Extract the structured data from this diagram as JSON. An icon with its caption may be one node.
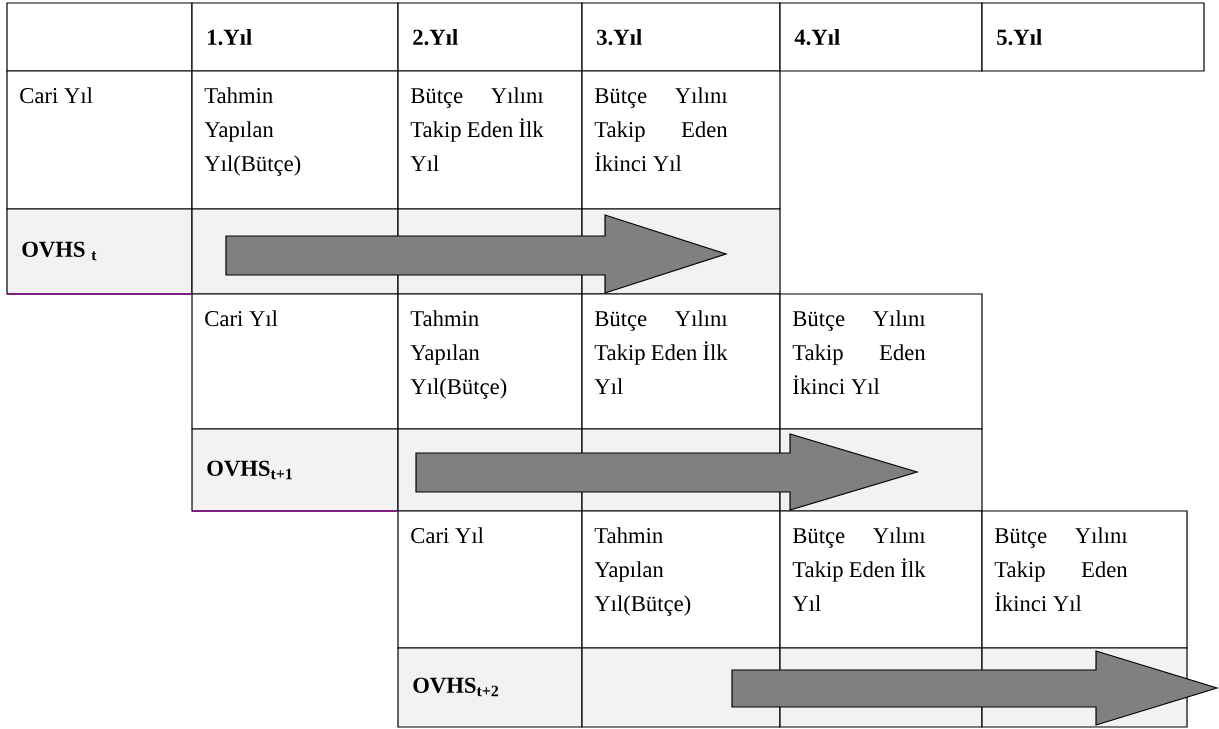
{
  "diagram": {
    "labels": [
      "1.Yıl",
      "2.Yıl",
      "3.Yıl",
      "4.Yıl",
      "5.Yıl",
      "Cari Yıl",
      "Tahmin Yapılan Yıl(Bütçe)",
      "Bütçe Yılını Takip Eden İlk Yıl",
      "Bütçe Yılını Takip Eden İkinci Yıl",
      "OVHS $_{t}$",
      "Cari Yıl",
      "Tahmin Yapılan Yıl(Bütçe)",
      "Bütçe Yılını Takip Eden İlk Yıl",
      "Bütçe Yılını Takip Eden İkinci Yıl",
      "OVHS$_{t+1}$",
      "Cari Yıl",
      "Tahmin Yapılan Yıl(Bütçe)",
      "Bütçe Yılını Takip Eden İlk Yıl",
      "Bütçe Yılını Takip Eden İkinci Yıl",
      "OVHS$_{t+2}$"
    ]
  }
}
